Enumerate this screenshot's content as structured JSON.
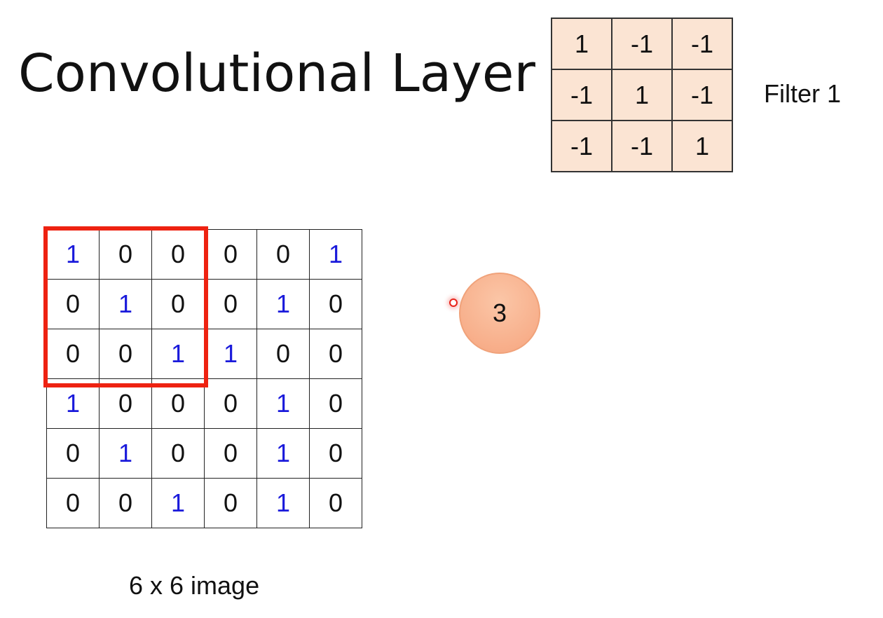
{
  "title": "Convolutional Layer",
  "filter": {
    "label": "Filter 1",
    "rows": [
      [
        "1",
        "-1",
        "-1"
      ],
      [
        "-1",
        "1",
        "-1"
      ],
      [
        "-1",
        "-1",
        "1"
      ]
    ]
  },
  "image": {
    "label": "6 x 6 image",
    "rows": [
      [
        "1",
        "0",
        "0",
        "0",
        "0",
        "1"
      ],
      [
        "0",
        "1",
        "0",
        "0",
        "1",
        "0"
      ],
      [
        "0",
        "0",
        "1",
        "1",
        "0",
        "0"
      ],
      [
        "1",
        "0",
        "0",
        "0",
        "1",
        "0"
      ],
      [
        "0",
        "1",
        "0",
        "0",
        "1",
        "0"
      ],
      [
        "0",
        "0",
        "1",
        "0",
        "1",
        "0"
      ]
    ]
  },
  "result": {
    "value": "3"
  },
  "colors": {
    "one": "#1a1adb",
    "zero": "#111111",
    "highlight": "#ee2211",
    "filter_bg": "#fbe4d3",
    "result_fill": "#f6a57f"
  }
}
